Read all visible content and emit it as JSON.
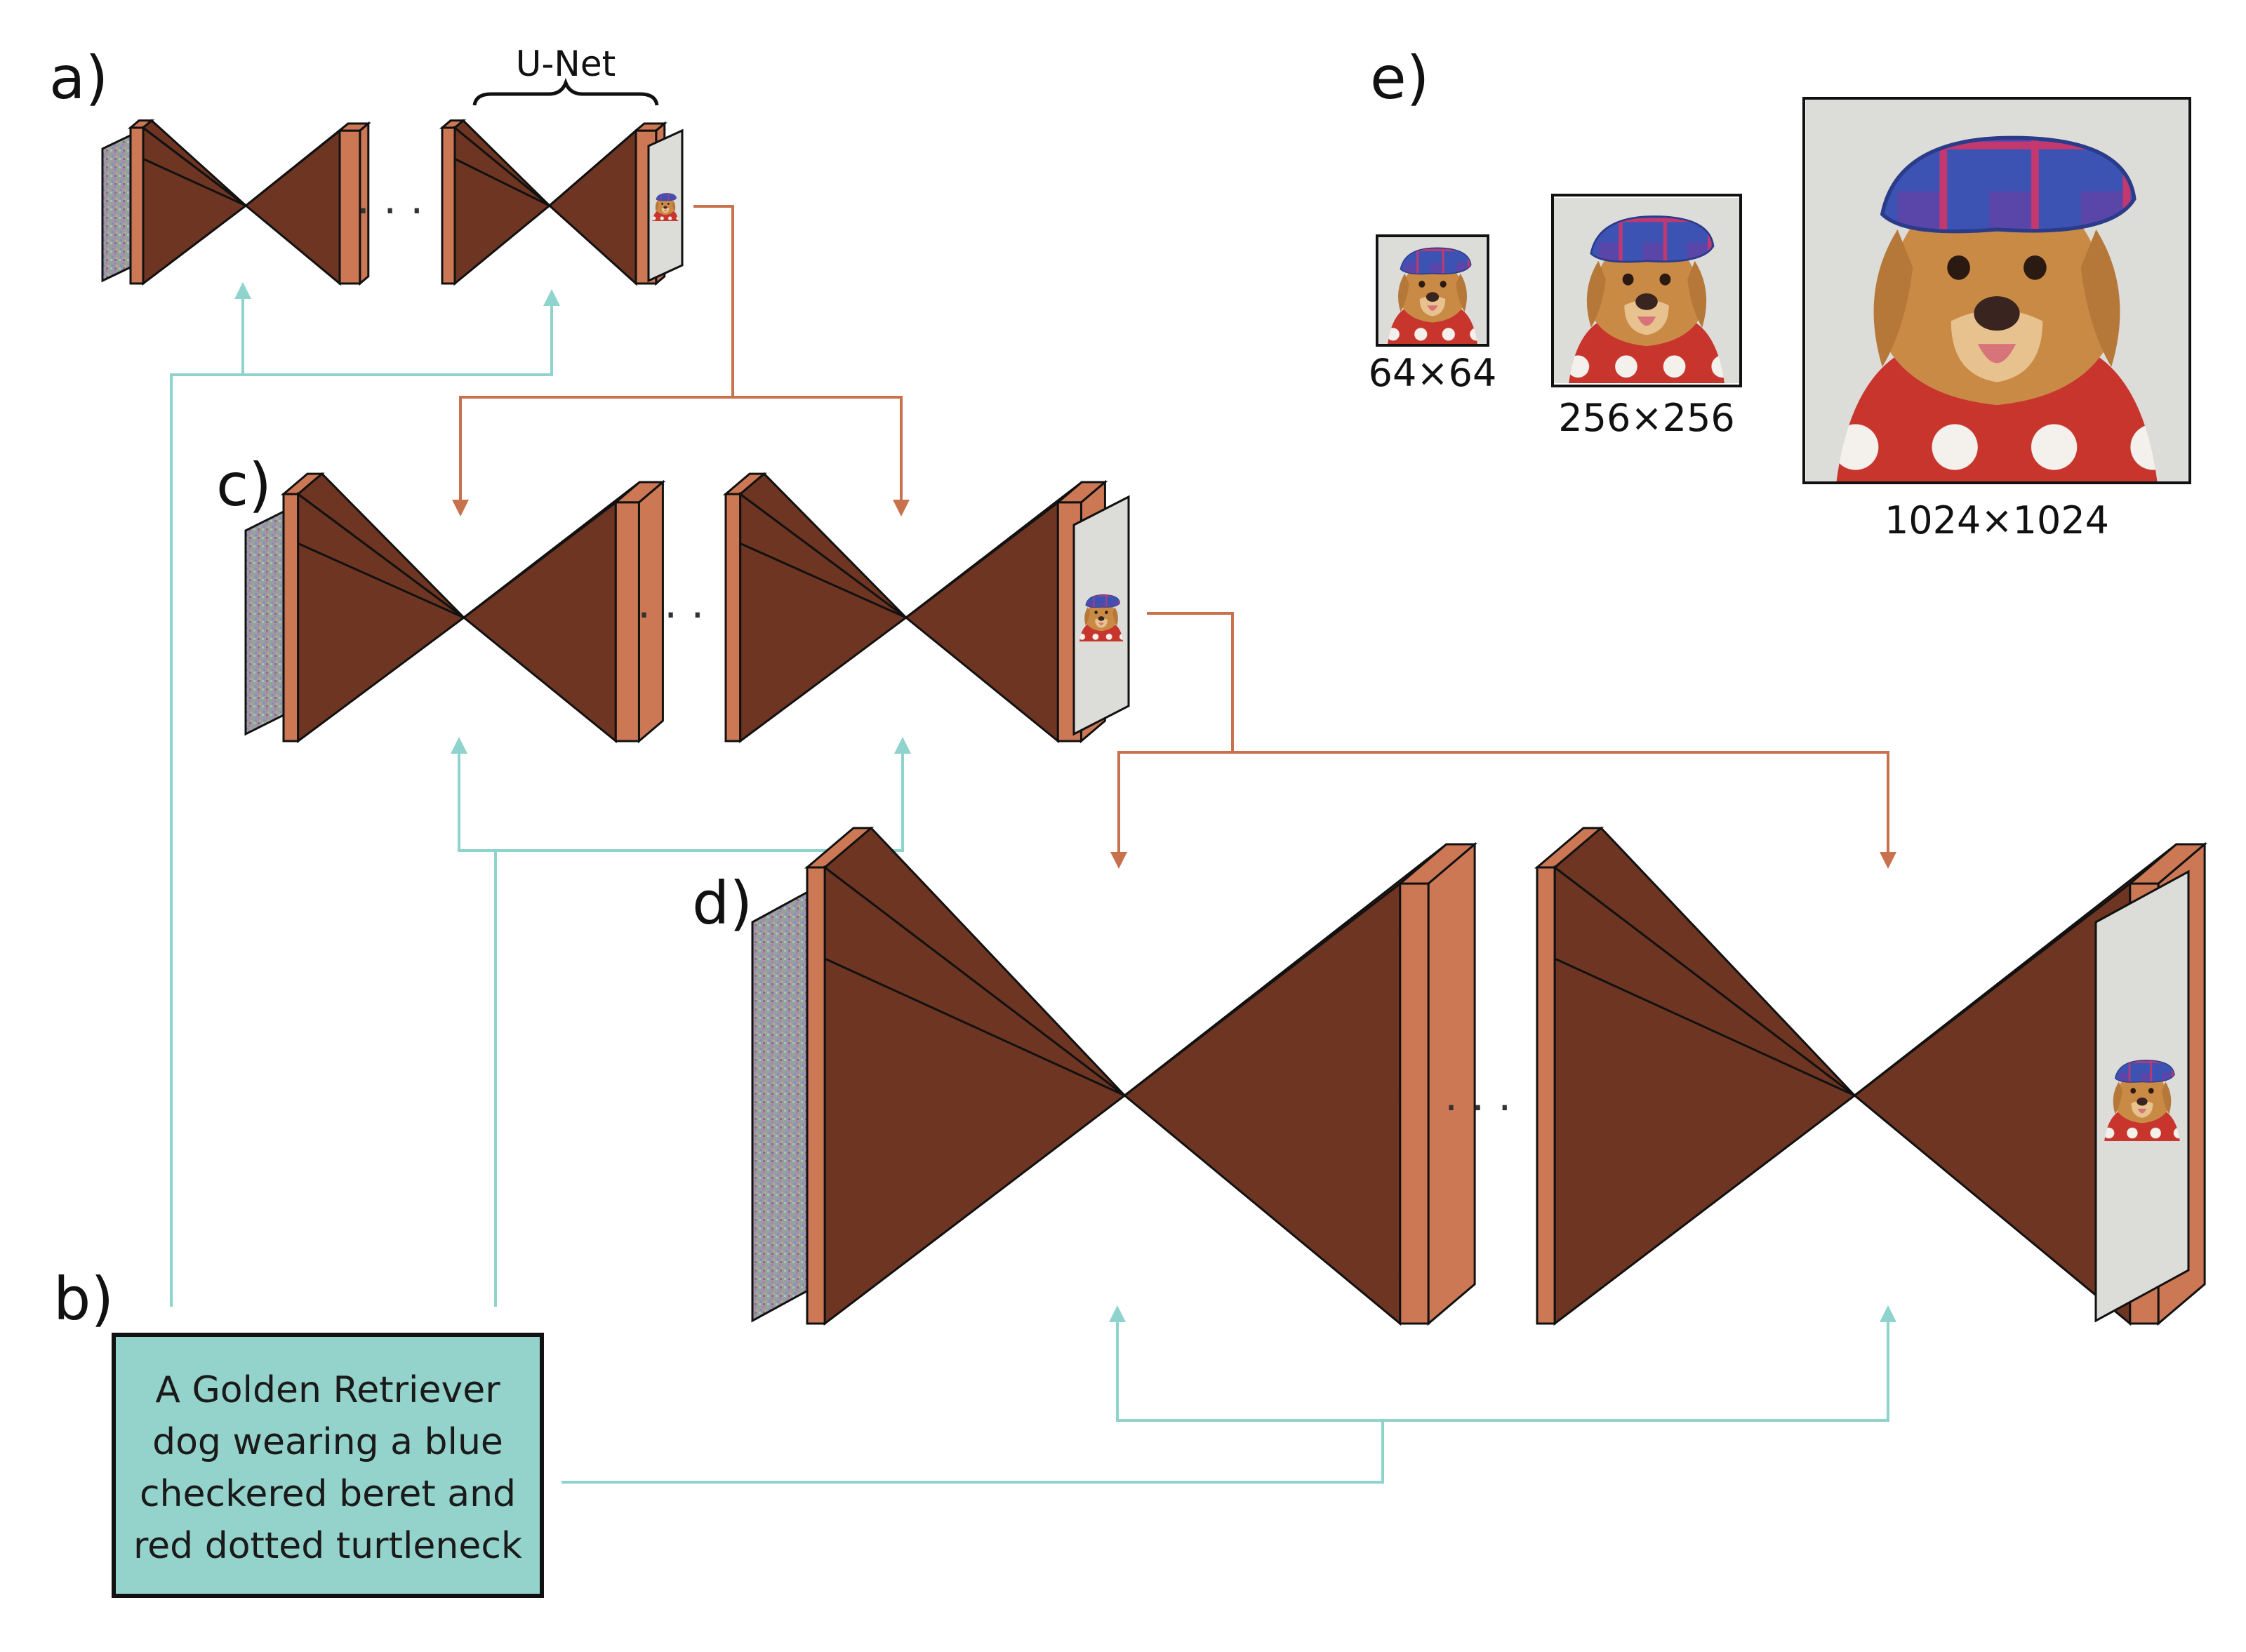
{
  "panels": {
    "a": "a)",
    "b": "b)",
    "c": "c)",
    "d": "d)",
    "e": "e)"
  },
  "unet_label": "U-Net",
  "ellipsis": ". . .",
  "prompt_lines": [
    "A Golden Retriever",
    "dog wearing a blue",
    "checkered beret and",
    "red dotted turtleneck"
  ],
  "resolutions": {
    "small": "64×64",
    "medium": "256×256",
    "large": "1024×1024"
  },
  "image_semantics": {
    "noise": "random-noise-image",
    "output": "golden-retriever-in-blue-beret-and-red-dotted-turtleneck"
  },
  "colors": {
    "unet_dark": "#6e3522",
    "unet_light": "#cd7854",
    "arrow_orange": "#c8714d",
    "arrow_teal": "#8ed3cc",
    "prompt_box": "#94d3cb",
    "beret": "#3d53b4",
    "fur": "#c98a45",
    "sweater": "#c7352d",
    "background_photo": "#dcdcd8"
  }
}
